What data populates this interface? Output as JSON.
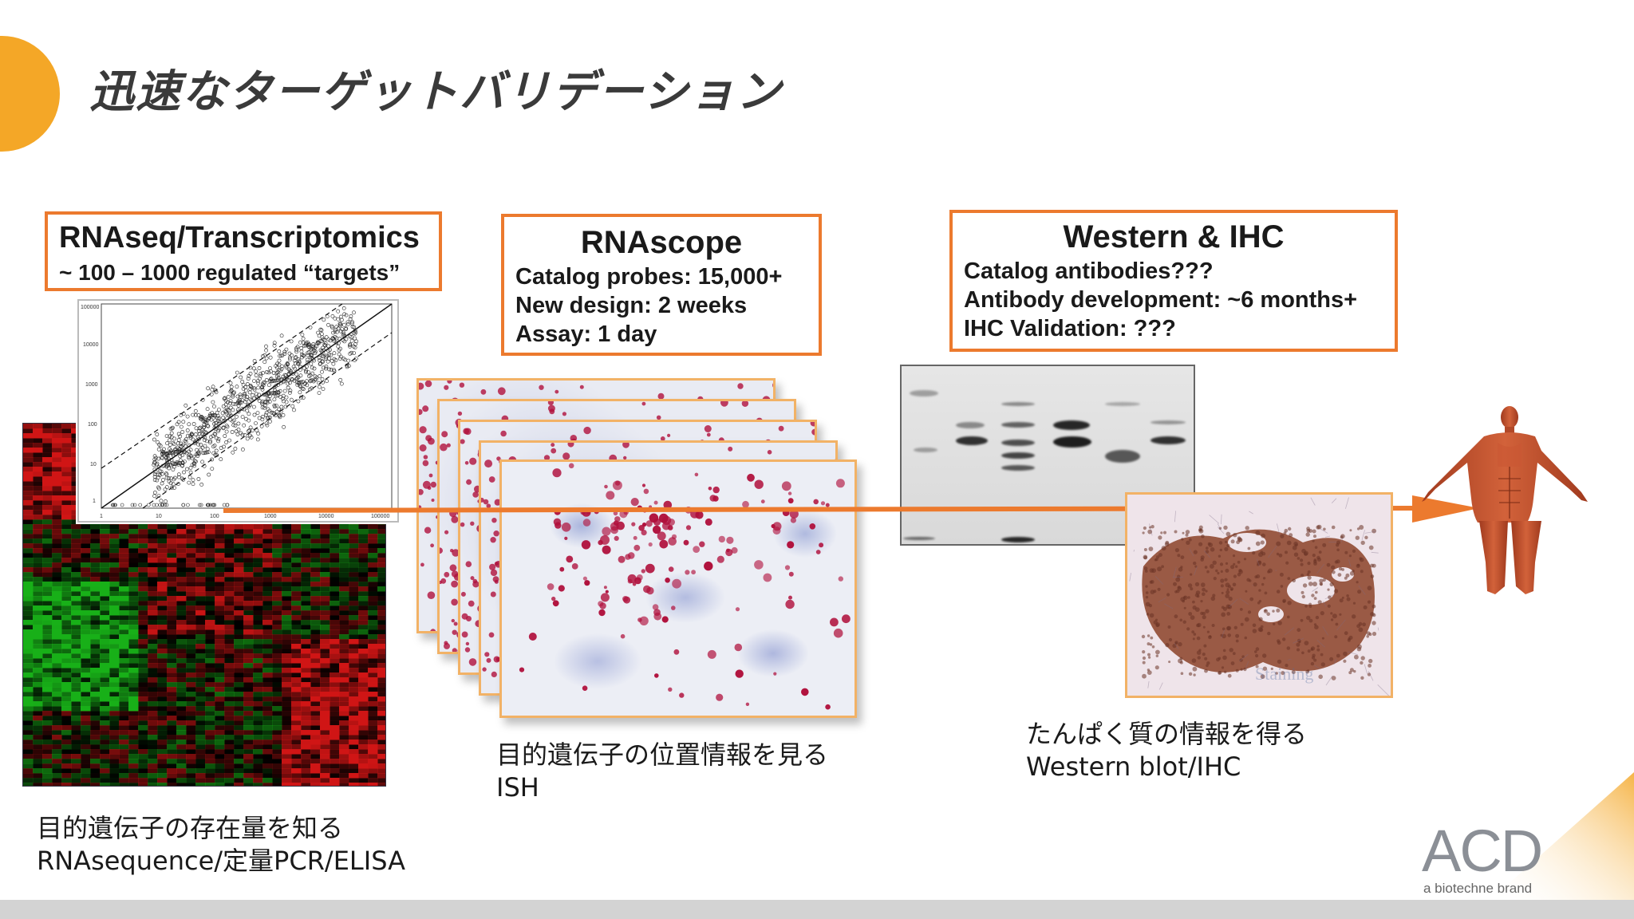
{
  "slide": {
    "title": "迅速なターゲットバリデーション"
  },
  "boxes": {
    "rnaseq": {
      "heading": "RNAseq/Transcriptomics",
      "sub": "~ 100 – 1000 regulated “targets”"
    },
    "rnascope": {
      "heading": "RNAscope",
      "lines": [
        "Catalog probes: 15,000+",
        "New design: 2 weeks",
        "Assay: 1 day"
      ]
    },
    "western": {
      "heading": "Western & IHC",
      "lines": [
        "Catalog antibodies???",
        "Antibody development: ~6 months+",
        "IHC Validation: ???"
      ]
    }
  },
  "captions": {
    "left": [
      "目的遺伝子の存在量を知る",
      "RNAsequence/定量PCR/ELISA"
    ],
    "middle": [
      "目的遺伝子の位置情報を見る",
      "ISH"
    ],
    "right": [
      "たんぱく質の情報を得る",
      "Western blot/IHC"
    ]
  },
  "scatter_axis": {
    "y_ticks": [
      "100000",
      "10000",
      "1000",
      "100",
      "10",
      "1"
    ],
    "x_ticks": [
      "1",
      "10",
      "100",
      "1000",
      "10000",
      "100000"
    ]
  },
  "ihc_watermark": "Staining",
  "logo": {
    "text": "ACD",
    "tagline": "a biotechne brand"
  },
  "colors": {
    "accent_orange": "#ec7a2e",
    "title_circle": "#f4a727",
    "heatmap_red": "#d01515",
    "heatmap_green": "#18b018",
    "probe_red": "#b0103c"
  }
}
